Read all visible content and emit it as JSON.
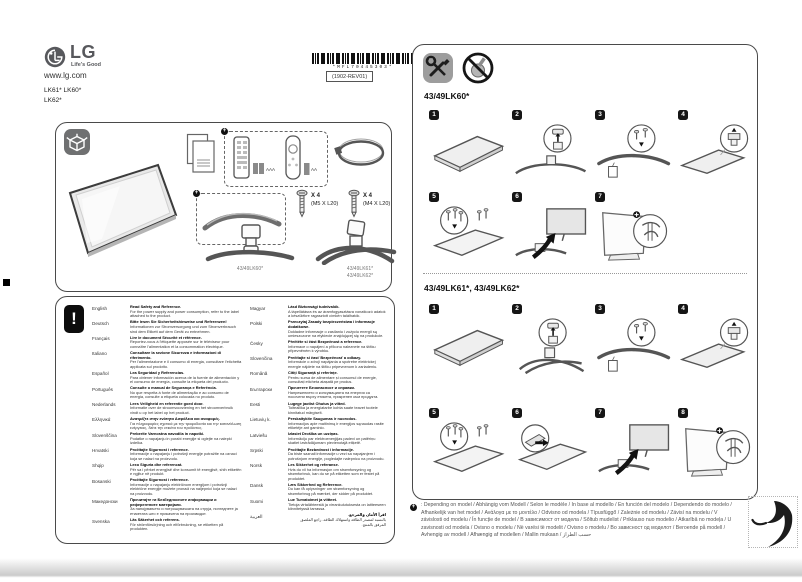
{
  "brand": {
    "logo_text": "LG",
    "tagline": "Life's Good",
    "website": "www.lg.com",
    "models_line1": "LK61* LK60*",
    "models_line2": "LK62*"
  },
  "barcode": {
    "number": "*MFL70445303*",
    "revision": "(1902-REV01)"
  },
  "accessories": {
    "battery_aaa": "AAA",
    "battery_aa": "AA",
    "screws": [
      {
        "count": "X 4",
        "size": "(M5 X L20)"
      },
      {
        "count": "X 4",
        "size": "(M4 X L20)"
      }
    ],
    "stand_labels": [
      "43/49LK60*",
      "43/49LK61*",
      "43/49LK62*"
    ]
  },
  "safety_table": {
    "left": [
      {
        "lang": "English",
        "title": "Read Safety and Reference.",
        "body": "For the power supply and power consumption, refer to the label attached to the product."
      },
      {
        "lang": "Deutsch",
        "title": "Bitte lesen Sie Sicherheitshinweise und Referenzen!",
        "body": "Informationen zur Stromversorgung und zum Stromverbrauch sind dem Etikett auf dem Gerät zu entnehmen."
      },
      {
        "lang": "Français",
        "title": "Lire le document Sécurité et référence.",
        "body": "Reportez-vous à l'étiquette apposée sur le téléviseur pour connaître l'alimentation et la consommation électrique."
      },
      {
        "lang": "Italiano",
        "title": "Consultare la sezione Sicurezza e informazioni di riferimento.",
        "body": "Per l'alimentazione e il consumo di energia, consultare l'etichetta applicata sul prodotto."
      },
      {
        "lang": "Español",
        "title": "Lea Seguridad y Referencias.",
        "body": "Para obtener información acerca de la fuente de alimentación y el consumo de energía, consulte la etiqueta del producto."
      },
      {
        "lang": "Português",
        "title": "Consulte o manual de Segurança e Referência.",
        "body": "No que respeita à fonte de alimentação e ao consumo de energia, consulte a etiqueta colocada no produto."
      },
      {
        "lang": "Nederlands",
        "title": "Lees Veiligheid en referentie goed door.",
        "body": "Informatie over de stroomvoorziening en het stroomverbruik vindt u op het label op het product."
      },
      {
        "lang": "Ελληνικά",
        "title": "Ανατρέξτε στην ενότητα Ασφάλεια και αναφορές.",
        "body": "Για πληροφορίες σχετικά με την τροφοδοσία και την κατανάλωση ενέργειας, δείτε την ετικέτα του προϊόντος."
      },
      {
        "lang": "Slovenščina",
        "title": "Preberite Varnostna navodila in napotki.",
        "body": "Podatke o napajanju in porabi energije si oglejte na nalepki izdelka."
      },
      {
        "lang": "Hrvatski",
        "title": "Pročitajte Sigurnost i reference.",
        "body": "Informacije o napajanju i potrošnji energije potražite na oznaci koja se nalazi na proizvodu."
      },
      {
        "lang": "Shqip",
        "title": "Lexo Siguria dhe referencat.",
        "body": "Për sa i përket energjisë dhe konsumit të energjisë, shih etiketën e ngjitur në produkt."
      },
      {
        "lang": "Bosanski",
        "title": "Pročitajte Sigurnost i reference.",
        "body": "Informacije o napajanju električnom energijom i potrošnji električne energije možete pronaći na naljepnici koja se nalazi na proizvodu."
      },
      {
        "lang": "Македонски",
        "title": "Прочитајте ги Безбедносните информации и референтните материјали.",
        "body": "За напојувањето и потрошувачката на струја, погледнете ја етикетата што е прикачена на производот."
      },
      {
        "lang": "Svenska",
        "title": "Läs Säkerhet och referens.",
        "body": "För strömförsörjning och elförbrukning, se etiketten på produkten."
      }
    ],
    "right": [
      {
        "lang": "Magyar",
        "title": "Lásd Biztonsági tudnivalók.",
        "body": "A tápellátásra és az áramfogyasztásra vonatkozó adatok a készülékre ragasztott címkén találhatók."
      },
      {
        "lang": "Polski",
        "title": "Przeczytaj Zasady bezpieczeństwa i informacje dodatkowe.",
        "body": "Dokładne informacje o zasilaniu i zużyciu energii są umieszczone na etykiecie znajdującej się na produkcie."
      },
      {
        "lang": "Česky",
        "title": "Přečtěte si část Bezpečnost a reference.",
        "body": "Informace o napájení a příkonu naleznete na štítku připevněném k výrobku."
      },
      {
        "lang": "Slovenčina",
        "title": "Prečítajte si časť Bezpečnosť a odkazy.",
        "body": "Informácie o zdroji napájania a spotrebe elektrickej energie nájdete na štítku pripevnenom k zariadeniu."
      },
      {
        "lang": "Română",
        "title": "Citiți Siguranță și referințe.",
        "body": "Pentru sursa de alimentare și consumul de energie, consultați eticheta atașată pe produs."
      },
      {
        "lang": "Български",
        "title": "Прочетете Безопасност и справки.",
        "body": "Напрежението и консумацията на енергия са посочени върху етикета, прикрепен към продукта."
      },
      {
        "lang": "Eesti",
        "title": "Lugege jaotist Ohutus ja viited.",
        "body": "Toiteallika ja energiatarbe kohta saate teavet tootele kinnitatud märgiselt."
      },
      {
        "lang": "Lietuvių k.",
        "title": "Perskaitykite Saugumas ir nuorodos.",
        "body": "Informacijos apie maitinimą ir energijos sąnaudas rasite etiketėje ant gaminio."
      },
      {
        "lang": "Latviešu",
        "title": "Izlasiet Drošība un uzziņas.",
        "body": "Informāciju par elektroenerģijas padevi un patēriņu skatiet izstrādājumam pievienotajā etiķetē."
      },
      {
        "lang": "Srpski",
        "title": "Pročitajte Bezbednost i informacije.",
        "body": "Da biste saznali informacije u vezi sa napajanjem i potrošnjom energije, pogledajte nalepnicu na proizvodu."
      },
      {
        "lang": "Norsk",
        "title": "Les Sikkerhet og referanse.",
        "body": "Hvis du vil ha informasjon om strømforsyning og strømforbruk, kan du se på etiketten som er festet på produktet."
      },
      {
        "lang": "Dansk",
        "title": "Læs Sikkerhed og Reference.",
        "body": "Du kan få oplysninger om strømforsyning og strømforbrug på mærket, der sidder på produktet."
      },
      {
        "lang": "Suomi",
        "title": "Lue Turvatoimet ja viitteet.",
        "body": "Tietoja virtalähteestä ja virrankulutuksesta on laitteeseen kiinnitetyssä tarrassa."
      },
      {
        "lang": "العربية",
        "title": "اقرأ الأمان والمرجع.",
        "body": "بالنسبة لمصدر الطاقة واستهلاك الطاقة، راجع الملصق المرفق بالمنتج.",
        "rtl": true
      }
    ]
  },
  "assembly": {
    "sections": [
      {
        "title": "43/49LK60*",
        "steps": [
          "1",
          "2",
          "3",
          "4",
          "5",
          "6",
          "7"
        ]
      },
      {
        "title": "43/49LK61*, 43/49LK62*",
        "steps": [
          "1",
          "2",
          "3",
          "4",
          "5",
          "6",
          "7",
          "8"
        ]
      }
    ],
    "footnote": ": Depending on model / Abhängig vom Modell / Selon le modèle / In base al modello / En función del modelo / Dependendo do modelo / Afhankelijk van het model / Ανάλογα με το μοντέλο / Odvisno od modela / Típusfüggő / Zależnie od modelu / Závisí na modelu / V závislosti od modelu / În funcție de model / В зависимост от модела / Sõltub mudelist / Priklauso nuo modelio / Atkarībā no modeļa / U zavisnosti od modela / Ovisno o modelu / Në varësi të modelit / Ovisno o modelu / Во зависност од моделот / Beroende på modell / Avhengig av modell / Afhængig af modellen / Mallin mukaan / حسب الطراز"
  }
}
